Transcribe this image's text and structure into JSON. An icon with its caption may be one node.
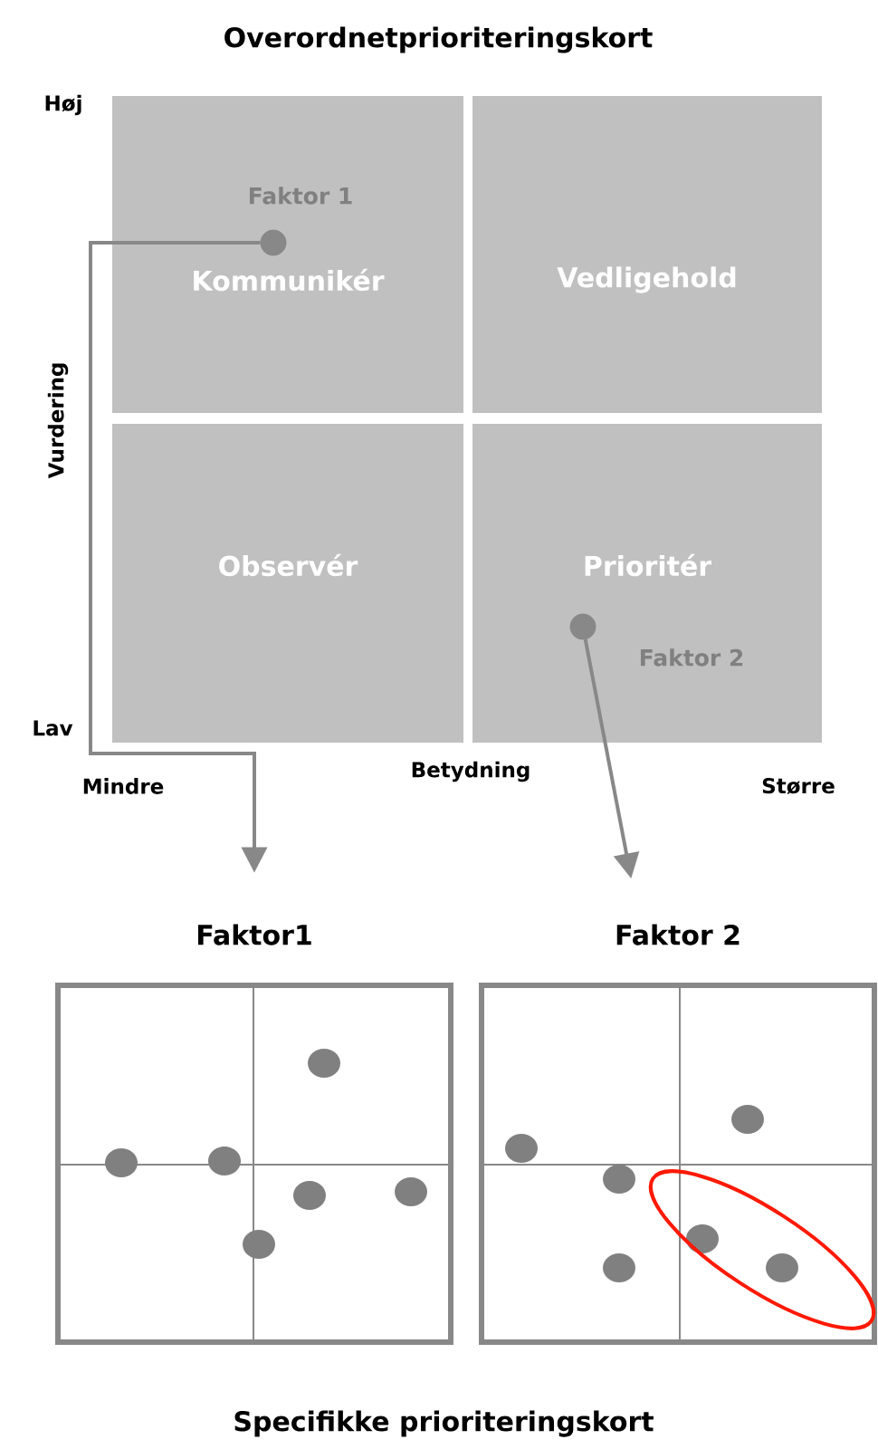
{
  "diagram": {
    "title": "Overordnetprioriteringskort",
    "caption": "Specifikke prioriteringskort",
    "nodes": [
      {
        "text": [
          "Kommunikér"
        ]
      },
      {
        "text": [
          "Vedligehold"
        ]
      },
      {
        "text": [
          "Observér"
        ]
      },
      {
        "text": [
          "Prioritér"
        ]
      },
      {
        "text": [],
        "shape": "circle",
        "in": 0,
        "beside": [
          "Faktor 1"
        ]
      },
      {
        "text": [],
        "shape": "circle",
        "in": 3,
        "beside": [
          "Faktor 2"
        ]
      },
      {
        "text": [
          "Faktor1"
        ]
      },
      {
        "text": [
          "Faktor 2"
        ]
      }
    ],
    "edges": [
      {
        "from": 4,
        "to": 6,
        "arrow": "to"
      },
      {
        "from": 5,
        "to": 7,
        "arrow": "to"
      }
    ],
    "labels": [
      "Høj",
      "Vurdering",
      "Lav",
      "Mindre",
      "Betydning",
      "Større"
    ]
  }
}
